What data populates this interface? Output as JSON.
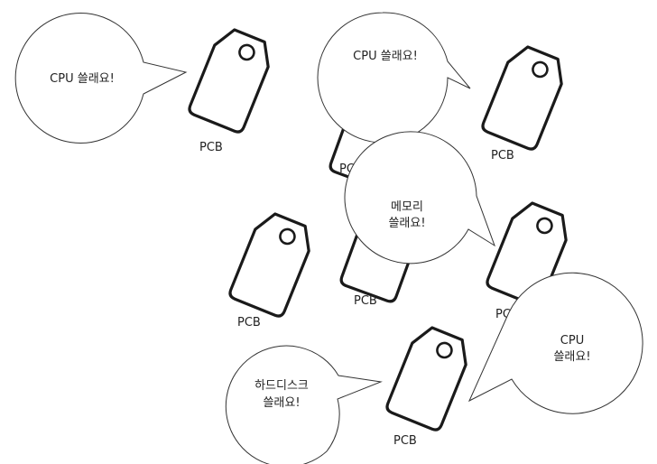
{
  "pcb_label": "PCB",
  "bubbles": [
    {
      "lines": [
        "CPU 쓸래요!"
      ]
    },
    {
      "lines": [
        "CPU 쓸래요!"
      ]
    },
    {
      "lines": [
        "메모리",
        "쓸래요!"
      ]
    },
    {
      "lines": [
        "하드디스크",
        "쓸래요!"
      ]
    },
    {
      "lines": [
        "CPU",
        "쓸래요!"
      ]
    }
  ],
  "colors": {
    "stroke": "#1a1a1a",
    "background": "#ffffff",
    "text": "#222222"
  }
}
